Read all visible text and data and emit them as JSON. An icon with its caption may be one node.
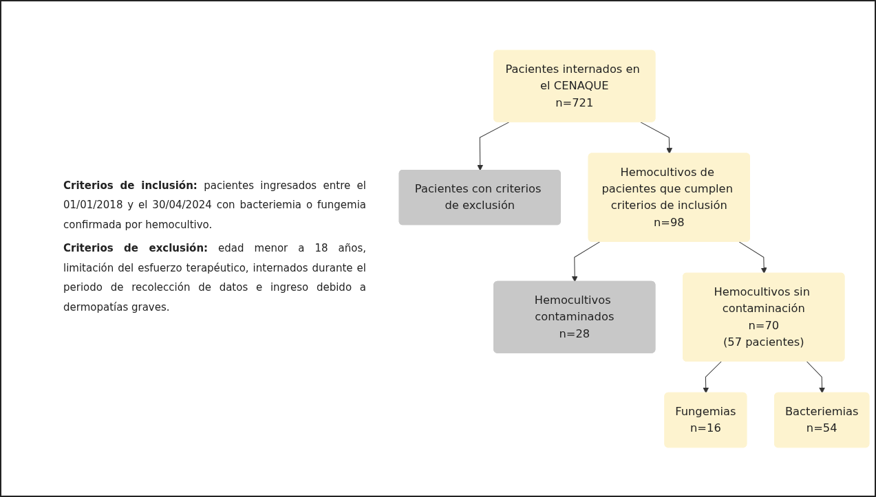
{
  "diagram": {
    "nodes": [
      {
        "text": [
          "Pacientes internados en el CENAQUE",
          "n=721"
        ]
      },
      {
        "text": [
          "Pacientes con criterios de exclusión"
        ]
      },
      {
        "text": [
          "Hemocultivos de pacientes que cumplen criterios de inclusión",
          "n=98"
        ]
      },
      {
        "text": [
          "Hemocultivos contaminados",
          "n=28"
        ]
      },
      {
        "text": [
          "Hemocultivos sin contaminación",
          "n=70",
          "(57 pacientes)"
        ]
      },
      {
        "text": [
          "Fungemias",
          "n=16"
        ]
      },
      {
        "text": [
          "Bacteriemias",
          "n=54"
        ]
      }
    ],
    "edges": [
      {
        "from": 0,
        "to": 1,
        "arrow": "to"
      },
      {
        "from": 0,
        "to": 2,
        "arrow": "to"
      },
      {
        "from": 2,
        "to": 3,
        "arrow": "to"
      },
      {
        "from": 2,
        "to": 4,
        "arrow": "to"
      },
      {
        "from": 4,
        "to": 5,
        "arrow": "to"
      },
      {
        "from": 4,
        "to": 6,
        "arrow": "to"
      }
    ],
    "labels": [
      "**Criterios de inclusión:** pacientes ingresados entre el 01/01/2018 y el 30/04/2024 con bacteriemia o fungemia confirmada por hemocultivo.",
      "**Criterios de exclusión:** edad menor a 18 años, limitación del esfuerzo terapéutico, internados durante el periodo de recolección de datos e ingreso debido a dermopatías graves."
    ]
  }
}
